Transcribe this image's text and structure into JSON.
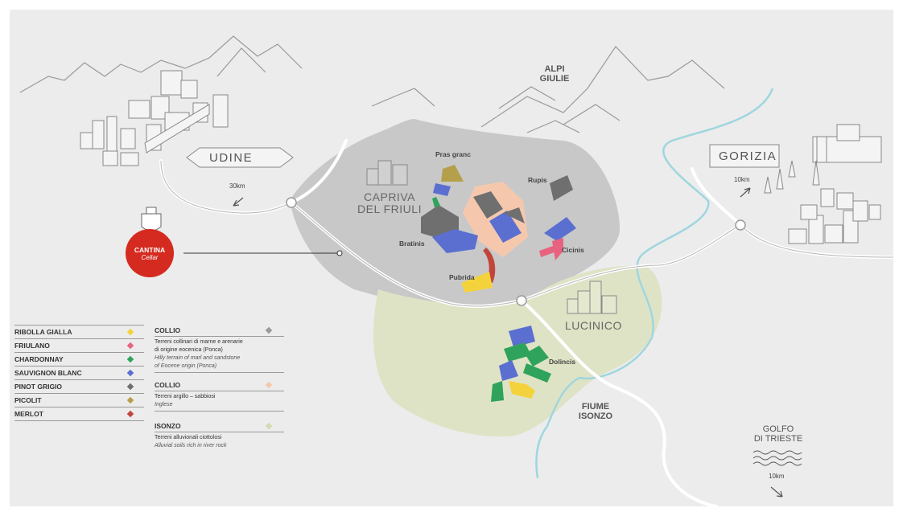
{
  "map": {
    "mountains_label": "ALPI\nGIULIE",
    "towns": {
      "udine": "UDINE",
      "gorizia": "GORIZIA",
      "capriva": "CAPRIVA\nDEL FRIULI",
      "lucinico": "LUCINICO"
    },
    "distances": {
      "udine": "30km",
      "gorizia": "10km",
      "trieste": "10km"
    },
    "river_label": "FIUME\nISONZO",
    "gulf_label": "GOLFO\nDI TRIESTE",
    "vineyards": [
      "Pras granc",
      "Rupis",
      "Bratinis",
      "Cicinis",
      "Pubrida",
      "Dolincis"
    ],
    "cantina": {
      "line1": "CANTINA",
      "line2": "Cellar"
    },
    "colors": {
      "background": "#ffffff",
      "land": "#ececec",
      "collio_zone": "#c8c8c8",
      "isonzo_zone": "#dfe3c6",
      "river": "#9fd6df",
      "road": "#ffffff",
      "cantina": "#d42a1f"
    }
  },
  "legend": {
    "varieties": [
      {
        "label": "RIBOLLA GIALLA",
        "color": "#f4d23c"
      },
      {
        "label": "FRIULANO",
        "color": "#e8637f"
      },
      {
        "label": "CHARDONNAY",
        "color": "#2fa35b"
      },
      {
        "label": "SAUVIGNON BLANC",
        "color": "#5b6fd0"
      },
      {
        "label": "PINOT GRIGIO",
        "color": "#6f6f6f"
      },
      {
        "label": "PICOLIT",
        "color": "#b4a04a"
      },
      {
        "label": "MERLOT",
        "color": "#c0463b"
      }
    ],
    "soils": [
      {
        "title": "COLLIO",
        "desc_it": "Terreni collinari di marne e arenarie\ndi origine eocenica (Ponca)",
        "desc_en": "Hilly terrain of marl and sandstone\nof Eocene origin (Ponca)",
        "color": "#9a9a9a"
      },
      {
        "title": "COLLIO",
        "desc_it": "Terreni argillo – sabbiosi",
        "desc_en": "Inglese",
        "color": "#f5c8ae"
      },
      {
        "title": "ISONZO",
        "desc_it": "Terreni alluvionali ciottolosi",
        "desc_en": "Alluvial soils rich in river rock",
        "color": "#d4dbb0"
      }
    ]
  }
}
